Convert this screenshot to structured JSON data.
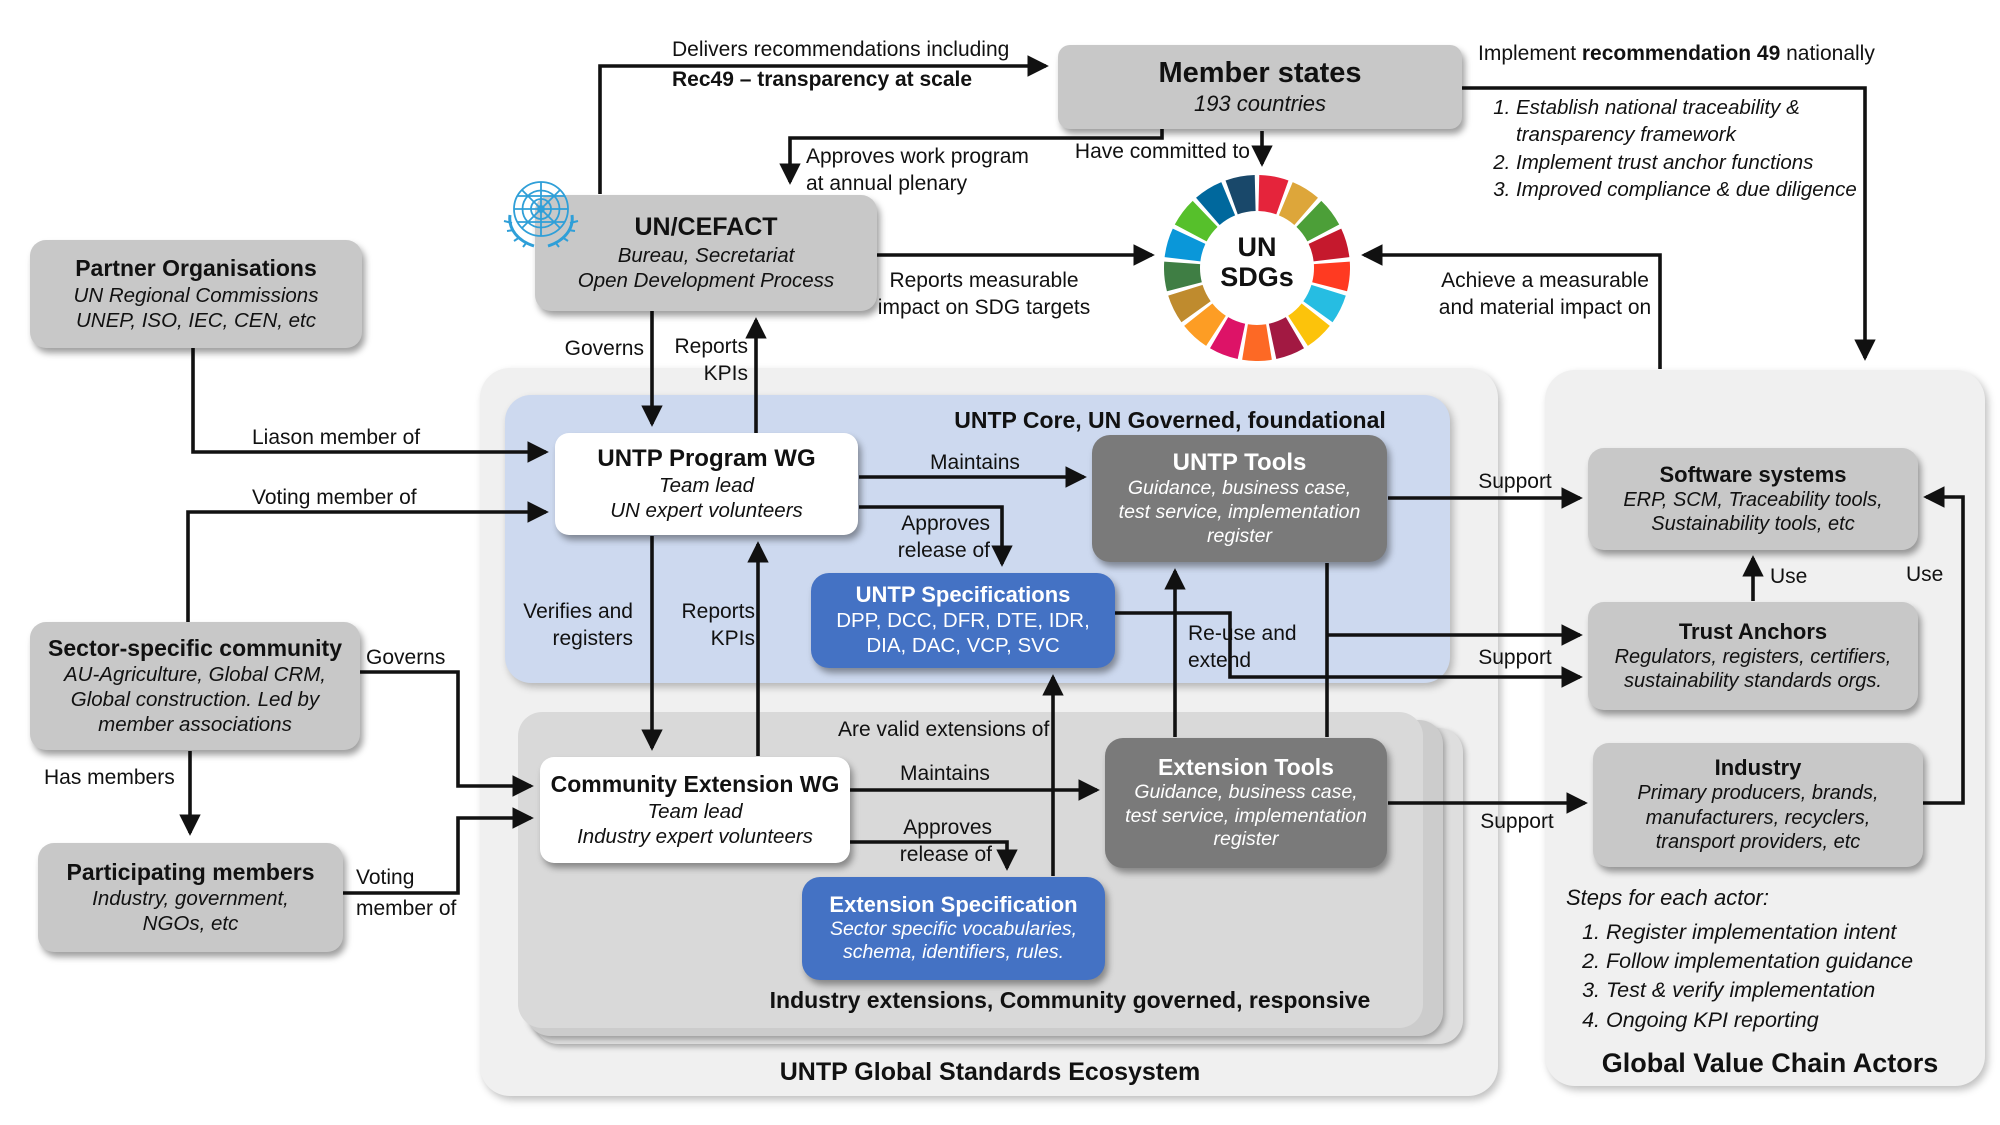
{
  "colors": {
    "line": "#111111",
    "gray_box": "#c8c8c8",
    "dark_box": "#7a7a7a",
    "blue_box": "#4472c4",
    "core_bg": "#cdd9ef",
    "container_bg": "#f0f0f0",
    "card_bg": "#d9d9d9"
  },
  "sdg": {
    "center_line1": "UN",
    "center_line2": "SDGs",
    "colors": [
      "#e5243b",
      "#dda63a",
      "#4c9f38",
      "#c5192d",
      "#ff3a21",
      "#26bde2",
      "#fcc30b",
      "#a21942",
      "#fd6925",
      "#dd1367",
      "#fd9d24",
      "#bf8b2e",
      "#3f7e44",
      "#0a97d9",
      "#56c02b",
      "#00689d",
      "#19486a"
    ]
  },
  "top": {
    "delivers_line1": "Delivers recommendations including",
    "delivers_line2": "Rec49 – transparency at scale",
    "approves_work_line1": "Approves work program",
    "approves_work_line2": "at annual plenary",
    "member_states_title": "Member states",
    "member_states_sub": "193 countries",
    "have_committed": "Have committed to",
    "un_cefact_title": "UN/CEFACT",
    "un_cefact_line1": "Bureau, Secretariat",
    "un_cefact_line2": "Open Development Process",
    "reports_impact_line1": "Reports measurable",
    "reports_impact_line2": "impact on SDG targets",
    "achieve_line1": "Achieve a measurable",
    "achieve_line2": "and material impact on",
    "implement_prefix": "Implement ",
    "implement_bold": "recommendation 49",
    "implement_suffix": " nationally",
    "rec49_steps": [
      "Establish national traceability & transparency framework",
      "Implement trust anchor functions",
      "Improved compliance & due diligence"
    ]
  },
  "left": {
    "partner_title": "Partner Organisations",
    "partner_line1": "UN Regional Commissions",
    "partner_line2": "UNEP, ISO, IEC, CEN, etc",
    "sector_title": "Sector-specific community",
    "sector_sub": "AU-Agriculture, Global CRM, Global construction. Led by member associations",
    "participating_title": "Participating members",
    "participating_sub": "Industry, government, NGOs, etc",
    "liason": "Liason member of",
    "voting_top": "Voting member of",
    "governs": "Governs",
    "has_members": "Has members",
    "voting_line1": "Voting",
    "voting_line2": "member of"
  },
  "core": {
    "container_label": "UNTP Core, UN Governed, foundational",
    "program_title": "UNTP Program WG",
    "program_line1": "Team lead",
    "program_line2": "UN expert volunteers",
    "tools_title": "UNTP Tools",
    "tools_sub": "Guidance, business case, test service, implementation register",
    "specs_title": "UNTP Specifications",
    "specs_sub": "DPP, DCC, DFR, DTE, IDR, DIA, DAC, VCP, SVC",
    "governs": "Governs",
    "reports_line1": "Reports",
    "reports_line2": "KPIs",
    "maintains": "Maintains",
    "approves_line1": "Approves",
    "approves_line2": "release of",
    "verifies_line1": "Verifies and",
    "verifies_line2": "registers"
  },
  "ext": {
    "container_label": "Industry extensions, Community governed, responsive",
    "ecosystem_label": "UNTP Global Standards Ecosystem",
    "wg_title": "Community Extension WG",
    "wg_line1": "Team lead",
    "wg_line2": "Industry expert volunteers",
    "tools_title": "Extension Tools",
    "tools_sub": "Guidance, business case, test service, implementation register",
    "spec_title": "Extension Specification",
    "spec_sub": "Sector specific vocabularies, schema, identifiers, rules.",
    "are_valid": "Are valid extensions of",
    "maintains": "Maintains",
    "approves_line1": "Approves",
    "approves_line2": "release of",
    "reuse_line1": "Re-use and",
    "reuse_line2": "extend",
    "reports_line1": "Reports",
    "reports_line2": "KPIs"
  },
  "right": {
    "container_label": "Global Value Chain Actors",
    "software_title": "Software systems",
    "software_sub": "ERP, SCM, Traceability tools, Sustainability tools, etc",
    "trust_title": "Trust Anchors",
    "trust_sub": "Regulators, registers, certifiers, sustainability standards orgs.",
    "industry_title": "Industry",
    "industry_sub": "Primary producers, brands, manufacturers, recyclers, transport providers, etc",
    "support_sw": "Support",
    "support_ta": "Support",
    "support_ind": "Support",
    "use_left": "Use",
    "use_right": "Use",
    "steps_title": "Steps for each actor:",
    "steps": [
      "Register implementation intent",
      "Follow implementation guidance",
      "Test & verify implementation",
      "Ongoing KPI reporting"
    ]
  }
}
